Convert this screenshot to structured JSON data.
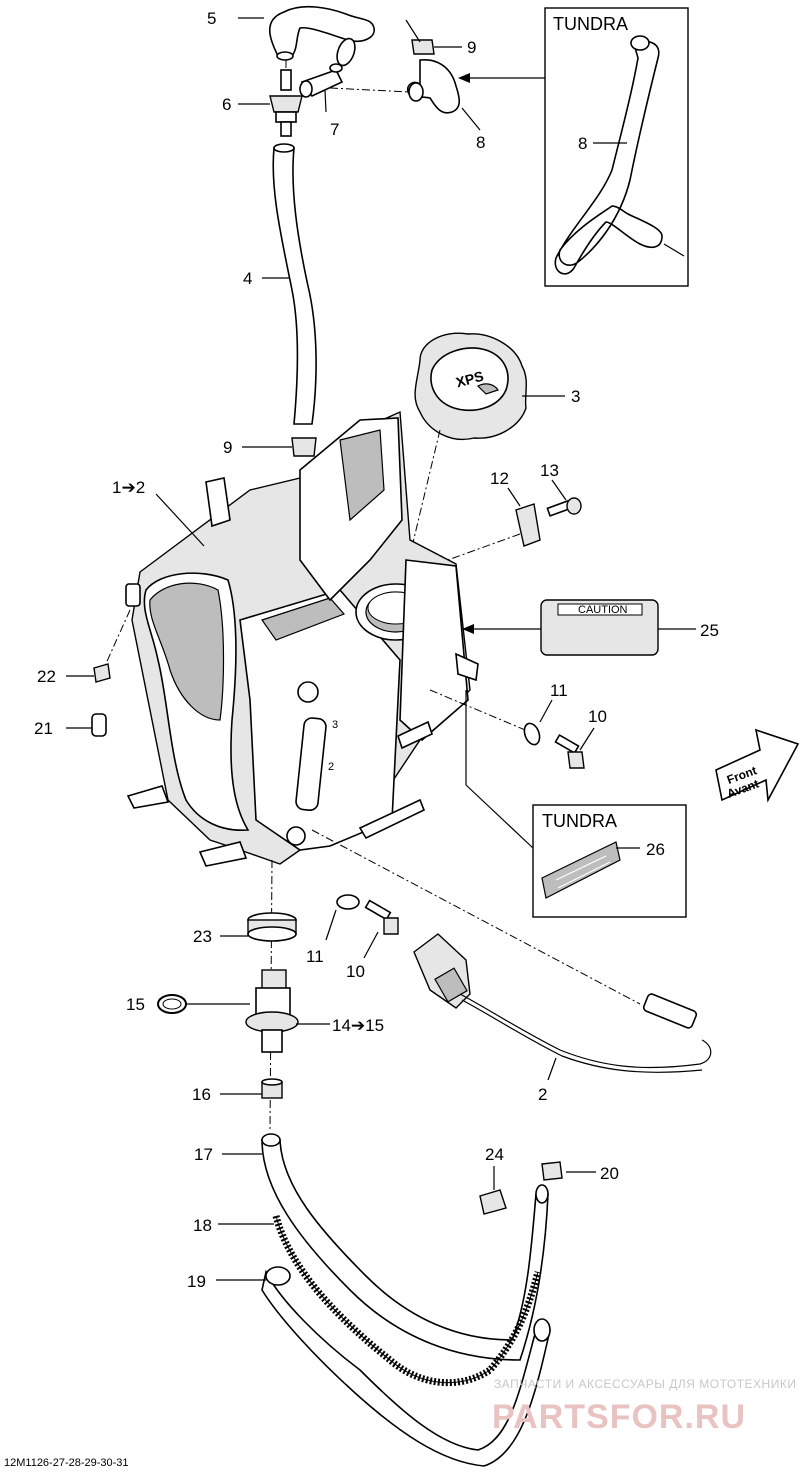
{
  "callouts": {
    "c5": "5",
    "c6": "6",
    "c7": "7",
    "c9a": "9",
    "c8": "8",
    "c4": "4",
    "c3": "3",
    "c9b": "9",
    "c12": "12",
    "c13": "13",
    "c1to2": "1➔2",
    "c25": "25",
    "c22": "22",
    "c21": "21",
    "c11a": "11",
    "c10a": "10",
    "c23": "23",
    "c11b": "11",
    "c10b": "10",
    "c26": "26",
    "c15": "15",
    "c14to15": "14➔15",
    "c16": "16",
    "c2": "2",
    "c17": "17",
    "c24": "24",
    "c20": "20",
    "c18": "18",
    "c19": "19",
    "c8inset": "8"
  },
  "inset_top": {
    "title": "TUNDRA"
  },
  "inset_bottom": {
    "title": "TUNDRA"
  },
  "caution_label": "CAUTION",
  "front_arrow": {
    "line1": "Front",
    "line2": "Avant"
  },
  "cap_logo": "XPS",
  "footer_code": "12M1126-27-28-29-30-31",
  "watermark": {
    "tagline": "ЗАПЧАСТИ И АКСЕССУАРЫ ДЛЯ МОТОТЕХНИКИ",
    "brand": "PARTSFOR.RU"
  }
}
